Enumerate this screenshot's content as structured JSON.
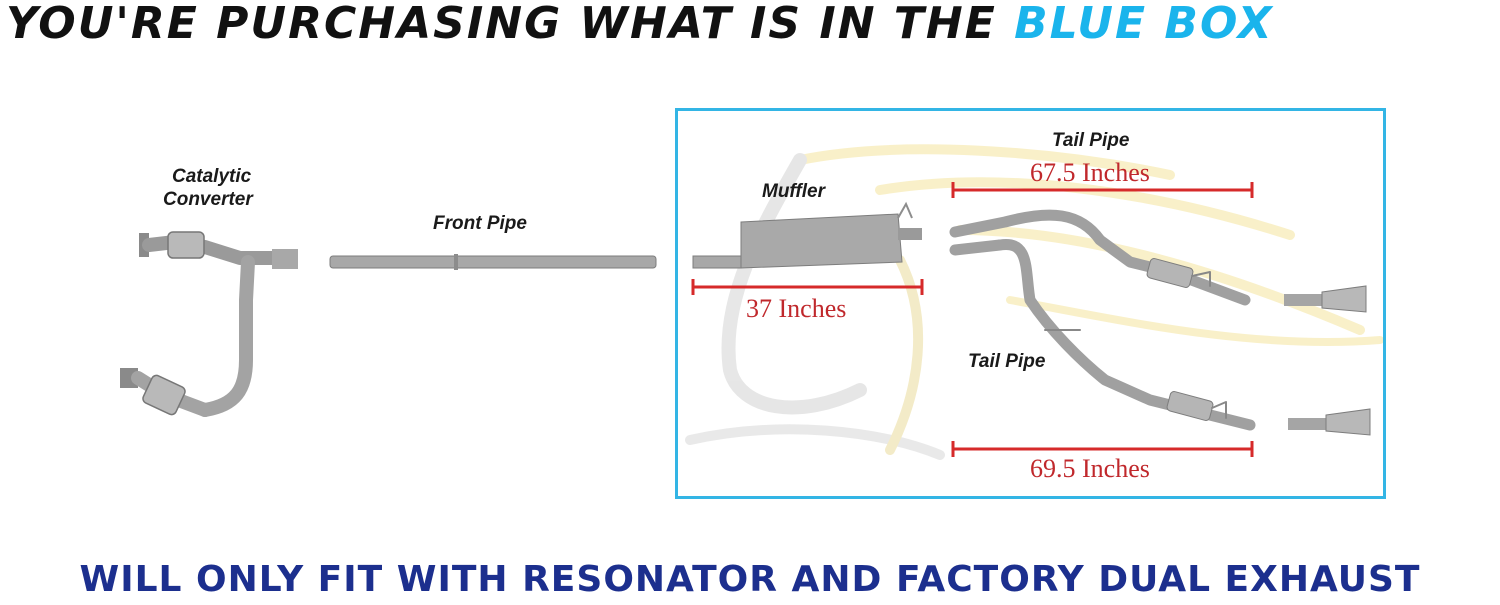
{
  "header": {
    "title_part1": "YOU'RE PURCHASING WHAT IS IN THE ",
    "title_part2": "BLUE BOX"
  },
  "labels": {
    "catalytic_line1": "Catalytic",
    "catalytic_line2": "Converter",
    "front_pipe": "Front Pipe",
    "muffler": "Muffler",
    "tail_pipe_top": "Tail Pipe",
    "tail_pipe_bottom": "Tail Pipe"
  },
  "measurements": {
    "tail_top": "67.5 Inches",
    "muffler": "37 Inches",
    "tail_bottom": "69.5 Inches"
  },
  "footer": {
    "note": "WILL ONLY FIT WITH RESONATOR AND FACTORY DUAL EXHAUST"
  },
  "colors": {
    "highlight_blue": "#33b5e5",
    "measure_red": "#c0282c",
    "footer_navy": "#1c2f8e"
  }
}
